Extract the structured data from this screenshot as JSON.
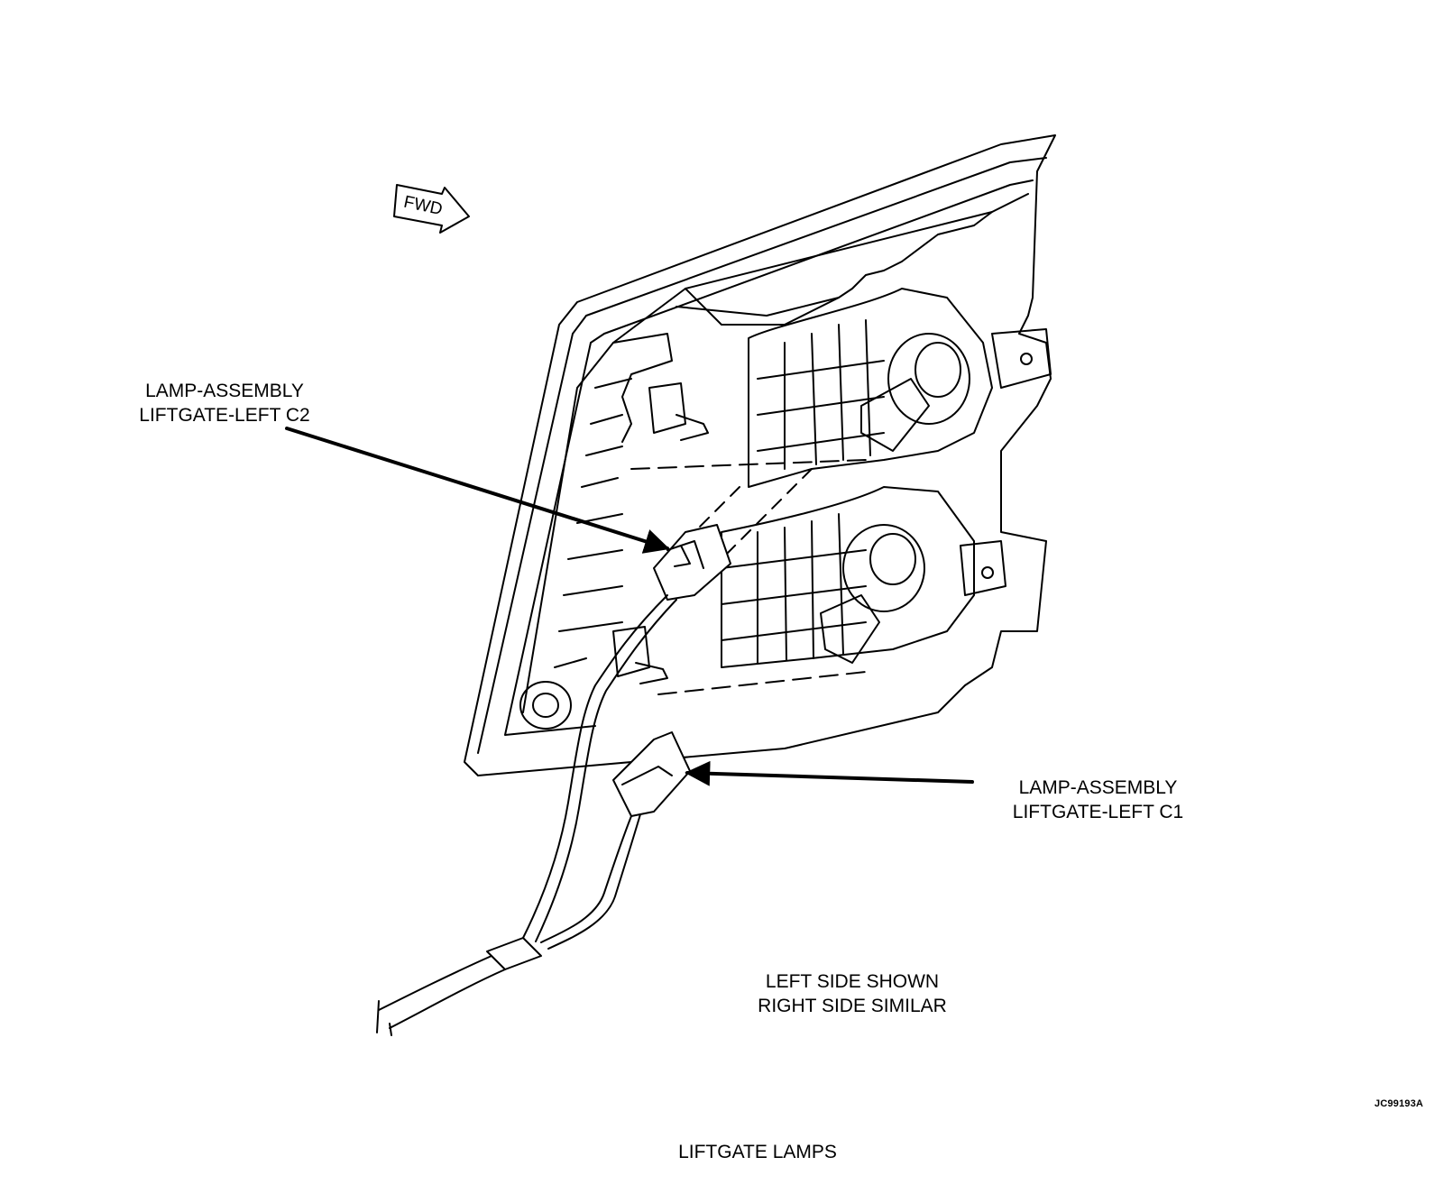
{
  "callouts": {
    "c2": {
      "line1": "LAMP-ASSEMBLY",
      "line2": "LIFTGATE-LEFT C2"
    },
    "c1": {
      "line1": "LAMP-ASSEMBLY",
      "line2": "LIFTGATE-LEFT C1"
    }
  },
  "note": {
    "line1": "LEFT SIDE SHOWN",
    "line2": "RIGHT SIDE SIMILAR"
  },
  "direction_arrow": {
    "label": "FWD"
  },
  "figure_id": "JC99193A",
  "figure_title": "LIFTGATE LAMPS",
  "colors": {
    "line": "#000000",
    "background": "#ffffff"
  }
}
